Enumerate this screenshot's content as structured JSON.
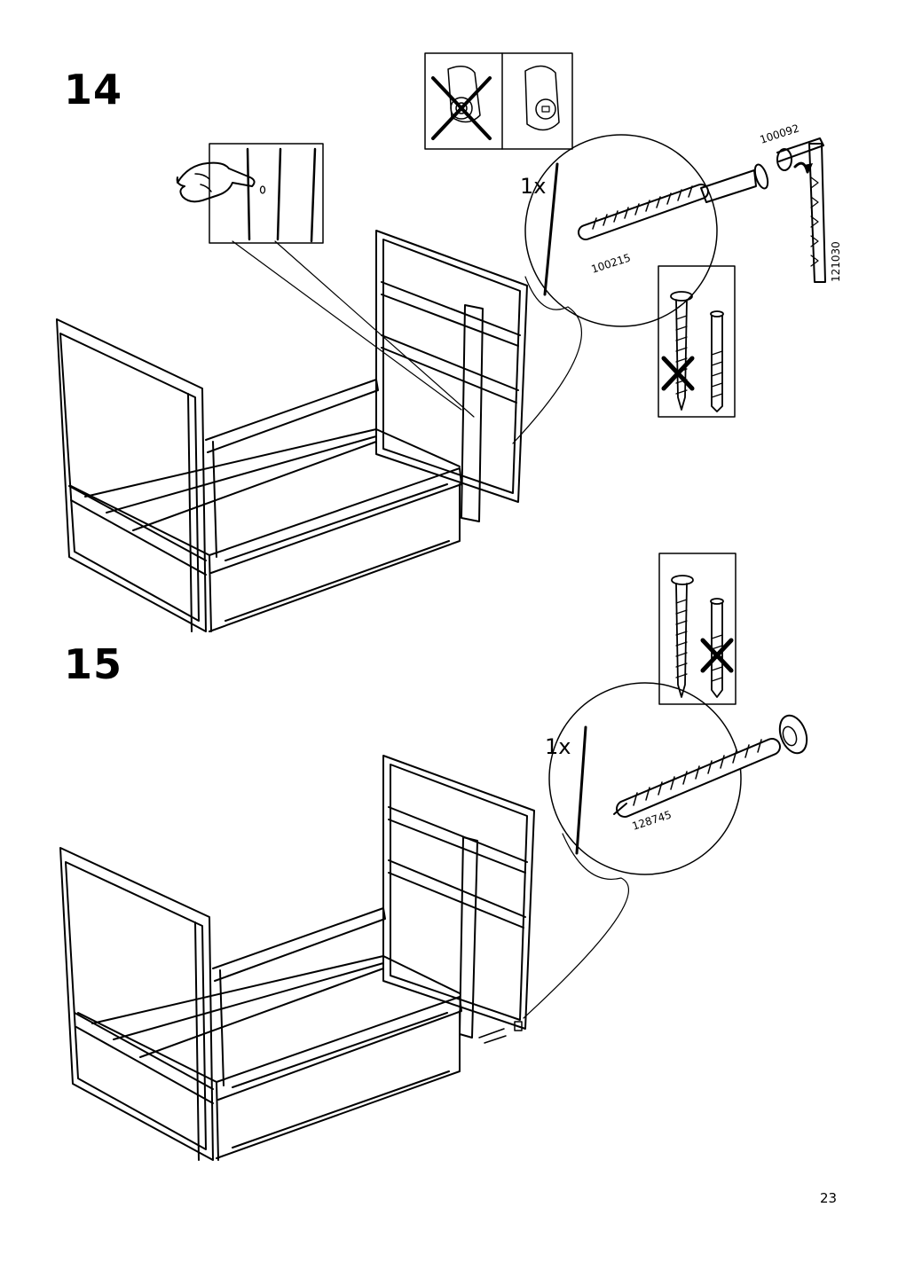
{
  "steps": [
    {
      "number": "14",
      "qty": "1x",
      "parts": {
        "screw": "100215",
        "key": "100092",
        "tool": "121030"
      }
    },
    {
      "number": "15",
      "qty": "1x",
      "parts": {
        "screw": "128745"
      }
    }
  ],
  "page_number": "23"
}
